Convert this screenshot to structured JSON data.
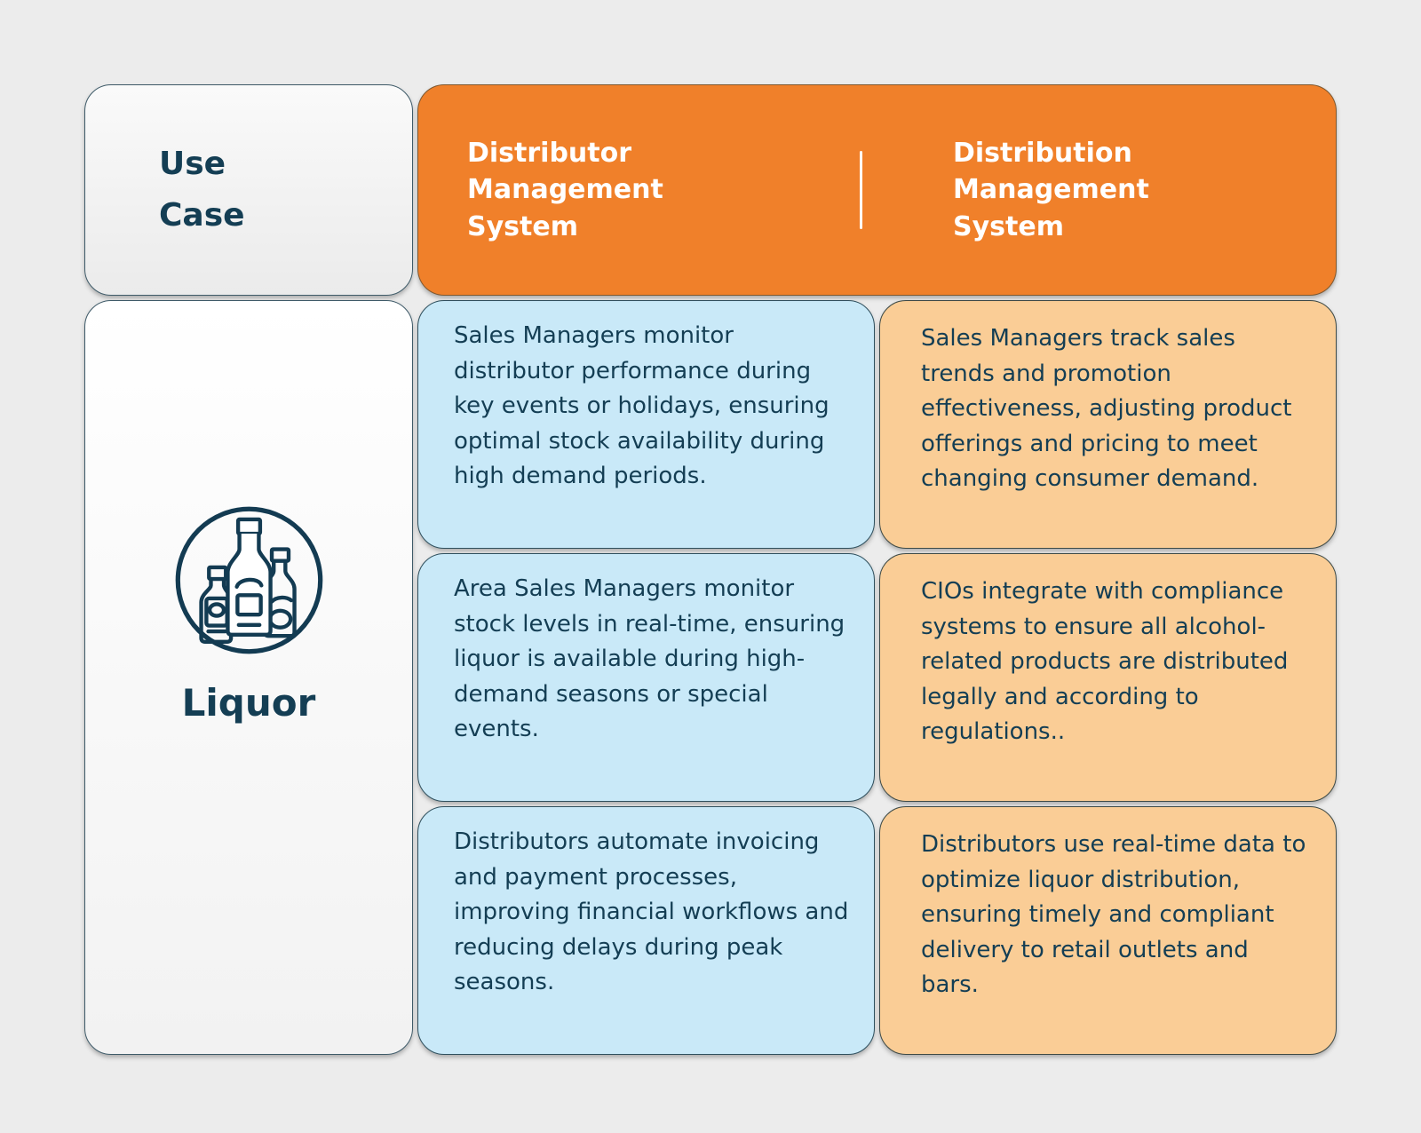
{
  "header": {
    "use_case_label": "Use Case",
    "columns": [
      {
        "label": "Distributor Management System"
      },
      {
        "label": "Distribution Management System"
      }
    ]
  },
  "category": {
    "label": "Liquor",
    "icon": "liquor-bottles-icon"
  },
  "rows": [
    {
      "distributor_management": "Sales Managers monitor distributor performance during key events or holidays, ensuring optimal stock availability during high demand periods.",
      "distribution_management": "Sales Managers track sales trends and promotion effectiveness, adjusting product offerings and pricing to meet changing consumer demand."
    },
    {
      "distributor_management": "Area Sales Managers monitor stock levels in real-time, ensuring liquor is available during high-demand seasons or special events.",
      "distribution_management": "CIOs integrate with compliance systems to ensure all alcohol-related products are distributed legally and according to regulations.."
    },
    {
      "distributor_management": "Distributors automate invoicing and payment processes, improving financial workflows and reducing delays during peak seasons.",
      "distribution_management": "Distributors use real-time data to optimize liquor distribution, ensuring timely and compliant delivery to retail outlets and bars."
    }
  ],
  "colors": {
    "background": "#ECECEC",
    "orange_header": "#F0802A",
    "blue_card": "#C9E9F8",
    "peach_card": "#FACD96",
    "navy_text": "#143E54",
    "header_text": "#FFFFFF"
  }
}
